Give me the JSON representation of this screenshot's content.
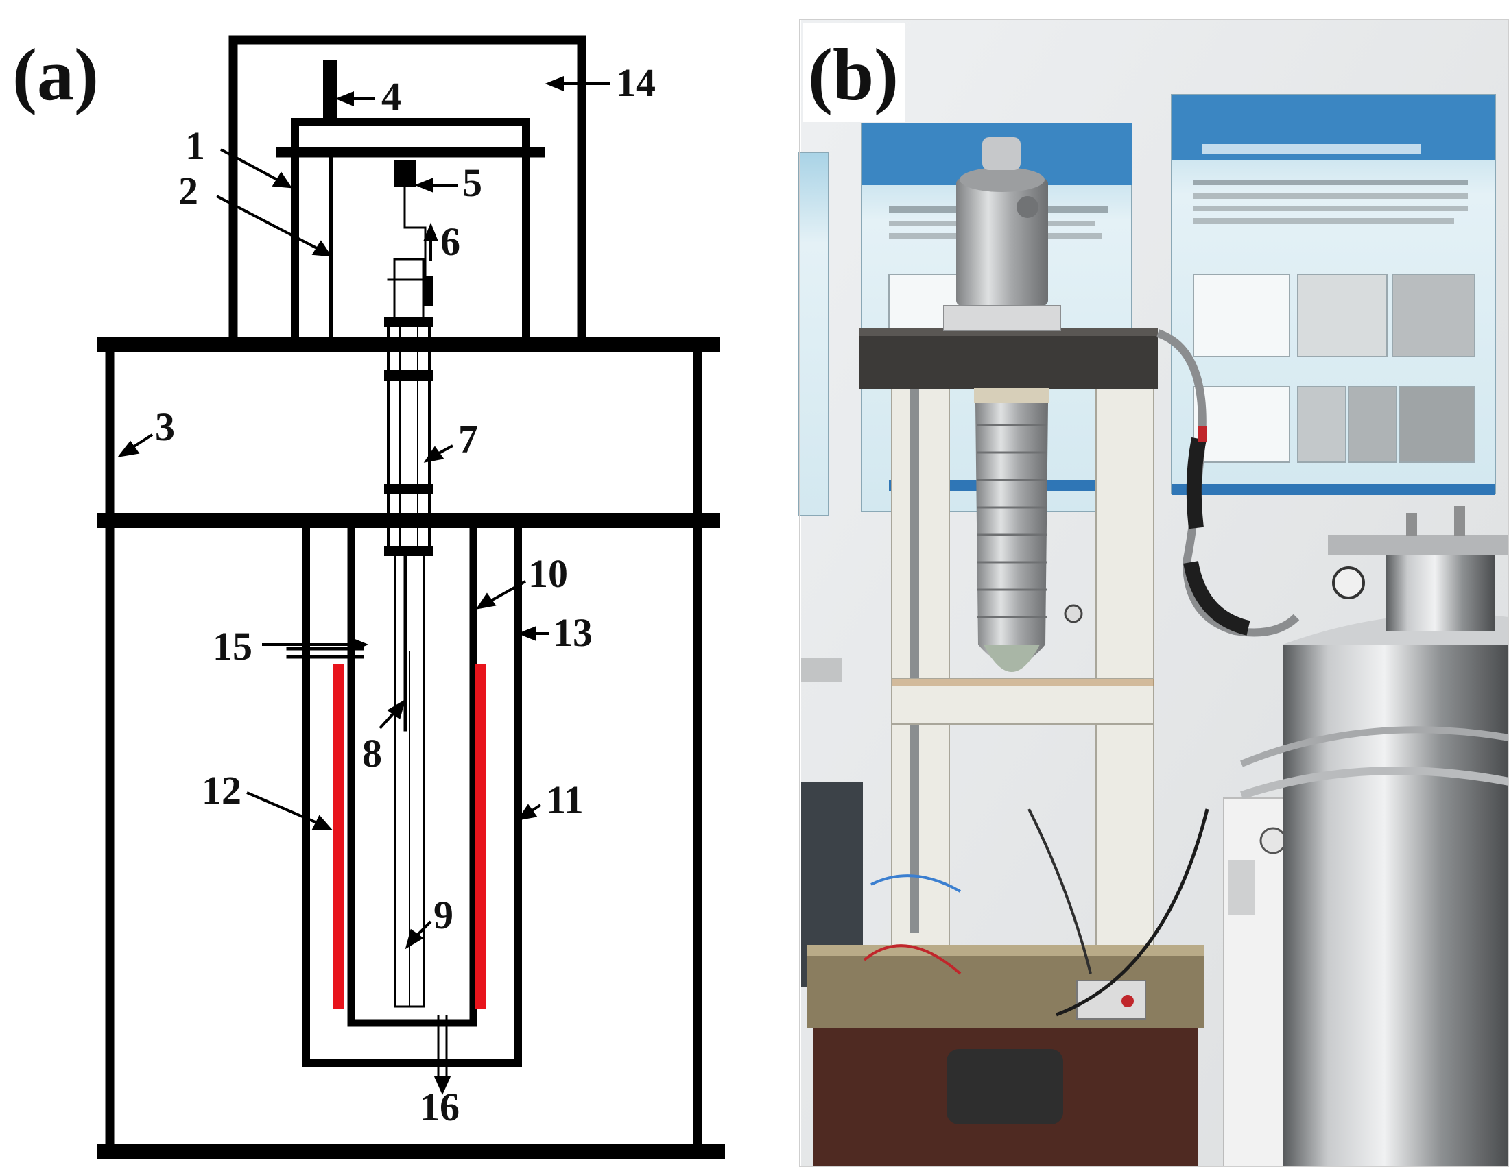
{
  "panels": {
    "a": {
      "label": "(a)"
    },
    "b": {
      "label": "(b)"
    }
  },
  "callouts": [
    "1",
    "2",
    "3",
    "4",
    "5",
    "6",
    "7",
    "8",
    "9",
    "10",
    "11",
    "12",
    "13",
    "14",
    "15",
    "16"
  ],
  "colors": {
    "line": "#000000",
    "heater": "#e8141c",
    "wall": "#e9ecef",
    "poster": "#c9e4ef",
    "poster_header": "#2f76b6",
    "frame": "#ecebe4",
    "block": "#3c3a38",
    "steel": "#b5b7b9",
    "cabinet": "#f2f2f2"
  }
}
